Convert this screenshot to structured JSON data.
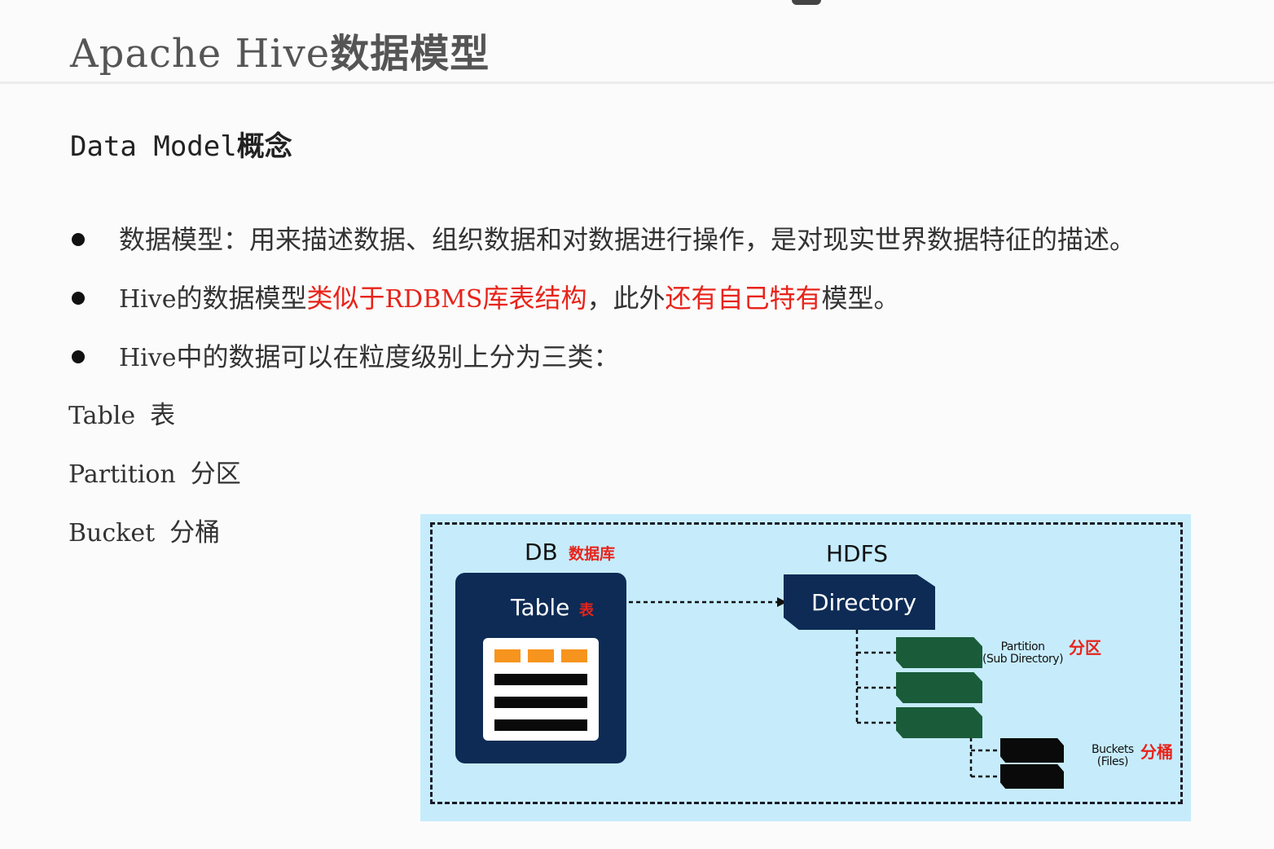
{
  "title": {
    "en": "Apache Hive",
    "cn": "数据模型"
  },
  "subtitle": {
    "en": "Data Model",
    "cn": "概念"
  },
  "bullets": [
    {
      "parts": [
        {
          "text": "数据模型：用来描述数据、组织数据和对数据进行操作，是对现实世界数据特征的描述。",
          "red": false
        }
      ]
    },
    {
      "parts": [
        {
          "text": "Hive",
          "red": false,
          "serif": true
        },
        {
          "text": "的数据模型",
          "red": false
        },
        {
          "text": "类似于",
          "red": true
        },
        {
          "text": "RDBMS",
          "red": true,
          "serif": true
        },
        {
          "text": "库表结构",
          "red": true
        },
        {
          "text": "，此外",
          "red": false
        },
        {
          "text": "还有自己特有",
          "red": true
        },
        {
          "text": "模型。",
          "red": false
        }
      ]
    },
    {
      "parts": [
        {
          "text": "Hive",
          "red": false,
          "serif": true
        },
        {
          "text": "中的数据可以在粒度级别上分为三类：",
          "red": false
        }
      ]
    }
  ],
  "levels": [
    {
      "en": "Table",
      "cn": "表"
    },
    {
      "en": "Partition",
      "cn": "分区"
    },
    {
      "en": "Bucket",
      "cn": "分桶"
    }
  ],
  "diagram": {
    "db_label": "DB",
    "db_cn": "数据库",
    "hdfs_label": "HDFS",
    "table_label": "Table",
    "table_cn": "表",
    "directory_label": "Directory",
    "partition_label_1": "Partition",
    "partition_label_2": "(Sub Directory)",
    "partition_cn": "分区",
    "bucket_label_1": "Buckets",
    "bucket_label_2": "(Files)",
    "bucket_cn": "分桶",
    "colors": {
      "background": "#c6ecfc",
      "navy": "#0d2b55",
      "green": "#1a5c3a",
      "orange": "#f7941d",
      "red": "#e8231a"
    }
  }
}
